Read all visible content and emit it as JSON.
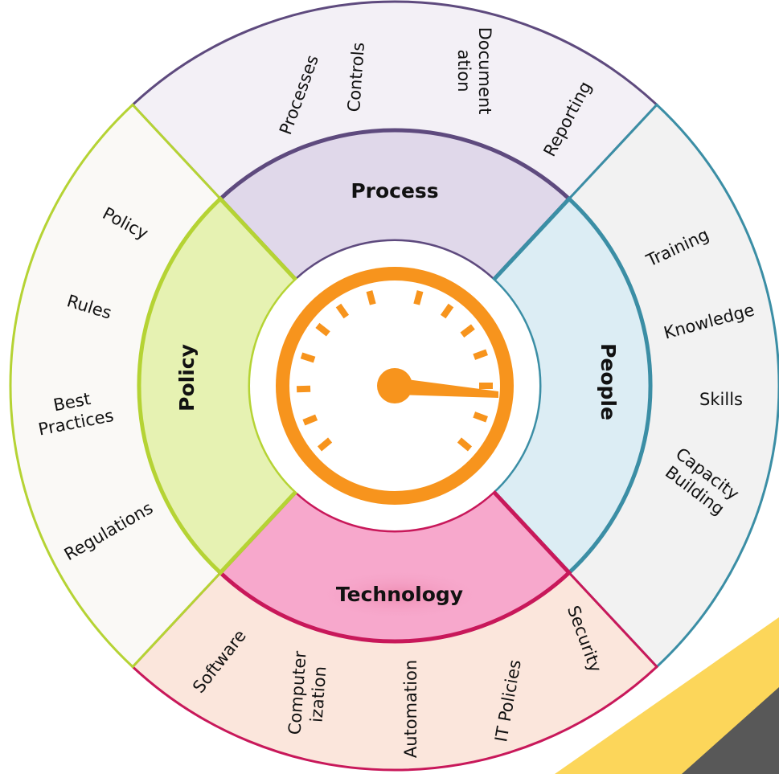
{
  "colors": {
    "process": {
      "outer_fill": "#f3f0f6",
      "inner_fill": "#e0d8ea",
      "stroke": "#5e4a7e"
    },
    "people": {
      "outer_fill": "#f2f2f2",
      "inner_fill": "#dcedf4",
      "stroke": "#3b8ea5"
    },
    "technology": {
      "outer_fill": "#fbe6dc",
      "inner_fill": "#f7a8cc",
      "stroke": "#c8185a"
    },
    "policy": {
      "outer_fill": "#faf9f6",
      "inner_fill": "#e6f2b2",
      "stroke": "#b5d334"
    },
    "gauge": "#f7941d",
    "arrow_yellow": "#fcd65a",
    "arrow_gray": "#585858"
  },
  "center_icon": "speedometer-icon",
  "segments": {
    "process": {
      "title": "Process",
      "items": [
        {
          "lines": [
            "Processes"
          ]
        },
        {
          "lines": [
            "Controls"
          ]
        },
        {
          "lines": [
            "Document",
            "ation"
          ]
        },
        {
          "lines": [
            "Reporting"
          ]
        }
      ]
    },
    "people": {
      "title": "People",
      "items": [
        {
          "lines": [
            "Training"
          ]
        },
        {
          "lines": [
            "Knowledge"
          ]
        },
        {
          "lines": [
            "Skills"
          ]
        },
        {
          "lines": [
            "Capacity",
            "Building"
          ]
        }
      ]
    },
    "technology": {
      "title": "Technology",
      "items": [
        {
          "lines": [
            "Software"
          ]
        },
        {
          "lines": [
            "Computer",
            "ization"
          ]
        },
        {
          "lines": [
            "Automation"
          ]
        },
        {
          "lines": [
            "IT Policies"
          ]
        },
        {
          "lines": [
            "Security"
          ]
        }
      ]
    },
    "policy": {
      "title": "Policy",
      "items": [
        {
          "lines": [
            "Policy"
          ]
        },
        {
          "lines": [
            "Rules"
          ]
        },
        {
          "lines": [
            "Best",
            "Practices"
          ]
        },
        {
          "lines": [
            "Regulations"
          ]
        }
      ]
    }
  }
}
